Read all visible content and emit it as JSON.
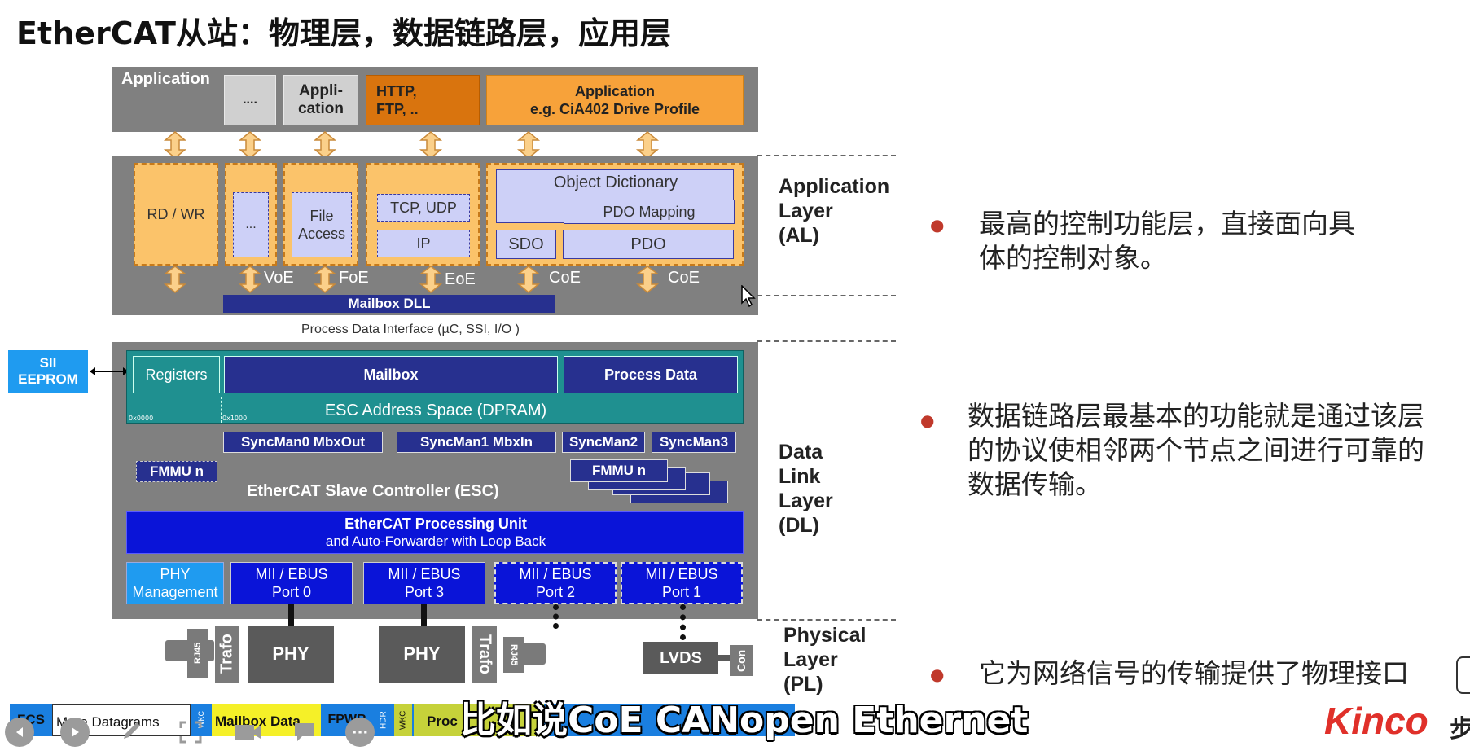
{
  "page": {
    "title": "EtherCAT从站：物理层，数据链路层，应用层",
    "subtitle": "比如说CoE CANopen   Ethernet",
    "logo": "Kinco",
    "logo_suffix": "步"
  },
  "diagram": {
    "application": {
      "label": "Application",
      "boxes": [
        "....",
        "Appli-\ncation",
        "HTTP,\nFTP, ..",
        "Application\ne.g. CiA402 Drive Profile"
      ]
    },
    "al": {
      "rdwr": "RD / WR",
      "dots": "...",
      "file_access": "File\nAccess",
      "tcp_udp": "TCP, UDP",
      "ip": "IP",
      "object_dictionary": "Object Dictionary",
      "pdo_mapping": "PDO Mapping",
      "sdo": "SDO",
      "pdo": "PDO",
      "protocols": [
        "VoE",
        "FoE",
        "EoE",
        "CoE",
        "CoE"
      ],
      "mailbox_dll": "Mailbox DLL"
    },
    "pdi": "Process Data Interface (µC, SSI, I/O )",
    "dl": {
      "sii": "SII\nEEPROM",
      "registers": "Registers",
      "mailbox": "Mailbox",
      "process_data": "Process Data",
      "addr0": "0x0000",
      "addr1": "0x1000",
      "address_space": "ESC Address Space (DPRAM)",
      "syncman": [
        "SyncMan0 MbxOut",
        "SyncMan1 MbxIn",
        "SyncMan2",
        "SyncMan3"
      ],
      "fmmu": "FMMU n",
      "fmmu_stack": "FMMU n",
      "esc": "EtherCAT Slave Controller (ESC)",
      "processing_unit_line1": "EtherCAT Processing Unit",
      "processing_unit_line2": "and Auto-Forwarder with Loop Back",
      "phy_management": "PHY\nManagement",
      "ports": [
        "MII / EBUS\nPort 0",
        "MII / EBUS\nPort 3",
        "MII / EBUS\nPort 2",
        "MII / EBUS\nPort 1"
      ]
    },
    "pl": {
      "rj45": "RJ45",
      "trafo": "Trafo",
      "phy": "PHY",
      "lvds": "LVDS",
      "con": "Con"
    },
    "frame": {
      "fcs": "FCS",
      "more": "More Datagrams",
      "wkc": "WKC",
      "mailbox_data": "Mailbox  Data",
      "fpwr": "FPWR",
      "hdr": "HDR",
      "proc": "Proc"
    }
  },
  "layers": {
    "al": "Application\nLayer\n(AL)",
    "dl": "Data\nLink\nLayer\n(DL)",
    "pl": "Physical\nLayer\n(PL)"
  },
  "bullets": [
    "最高的控制功能层，直接面向具\n体的控制对象。",
    "数据链路层最基本的功能就是通过该层\n的协议使相邻两个节点之间进行可靠的\n数据传输。",
    "它为网络信号的传输提供了物理接口"
  ],
  "colors": {
    "orange_box": "#fbc36a",
    "navy": "#27308f",
    "blue": "#0a14d8",
    "teal": "#1f9090",
    "bullet": "#c0392b",
    "logo": "#e0302a"
  }
}
